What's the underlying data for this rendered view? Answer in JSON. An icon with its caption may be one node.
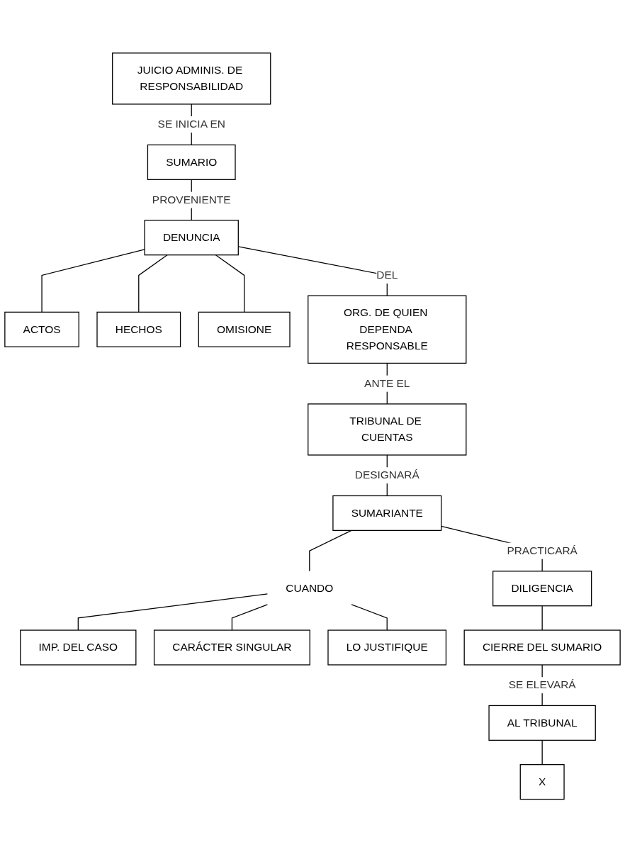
{
  "diagram": {
    "nodes": [
      {
        "text": [
          "JUICIO ADMINIS. DE RESPONSABILIDAD"
        ]
      },
      {
        "text": [
          "SUMARIO"
        ]
      },
      {
        "text": [
          "DENUNCIA"
        ]
      },
      {
        "text": [
          "ACTOS"
        ]
      },
      {
        "text": [
          "HECHOS"
        ]
      },
      {
        "text": [
          "OMISIONE"
        ]
      },
      {
        "text": [
          "ORG. DE QUIEN DEPENDA RESPONSABLE"
        ]
      },
      {
        "text": [
          "TRIBUNAL DE CUENTAS"
        ]
      },
      {
        "text": [
          "SUMARIANTE"
        ]
      },
      {
        "text": [
          "CUANDO"
        ]
      },
      {
        "text": [
          "IMP. DEL CASO"
        ]
      },
      {
        "text": [
          "CARÁCTER SINGULAR"
        ]
      },
      {
        "text": [
          "LO JUSTIFIQUE"
        ]
      },
      {
        "text": [
          "DILIGENCIA"
        ]
      },
      {
        "text": [
          "CIERRE DEL SUMARIO"
        ]
      },
      {
        "text": [
          "AL TRIBUNAL"
        ]
      },
      {
        "text": [
          "X"
        ]
      }
    ],
    "edges": [
      {
        "from": 0,
        "to": 1,
        "arrow": "none",
        "label": "SE INICIA EN"
      },
      {
        "from": 1,
        "to": 2,
        "arrow": "none",
        "label": "PROVENIENTE"
      },
      {
        "from": 2,
        "to": 3,
        "arrow": "none"
      },
      {
        "from": 2,
        "to": 4,
        "arrow": "none"
      },
      {
        "from": 2,
        "to": 5,
        "arrow": "none"
      },
      {
        "from": 2,
        "to": 6,
        "arrow": "none",
        "label": "DEL"
      },
      {
        "from": 6,
        "to": 7,
        "arrow": "none",
        "label": "ANTE EL"
      },
      {
        "from": 7,
        "to": 8,
        "arrow": "none",
        "label": "DESIGNARÁ"
      },
      {
        "from": 8,
        "to": 9,
        "arrow": "none"
      },
      {
        "from": 9,
        "to": 10,
        "arrow": "none"
      },
      {
        "from": 9,
        "to": 11,
        "arrow": "none"
      },
      {
        "from": 9,
        "to": 12,
        "arrow": "none"
      },
      {
        "from": 8,
        "to": 13,
        "arrow": "none",
        "label": "PRACTICARÁ"
      },
      {
        "from": 13,
        "to": 14,
        "arrow": "none"
      },
      {
        "from": 14,
        "to": 15,
        "arrow": "none",
        "label": "SE ELEVARÁ"
      },
      {
        "from": 15,
        "to": 16,
        "arrow": "none"
      }
    ]
  }
}
